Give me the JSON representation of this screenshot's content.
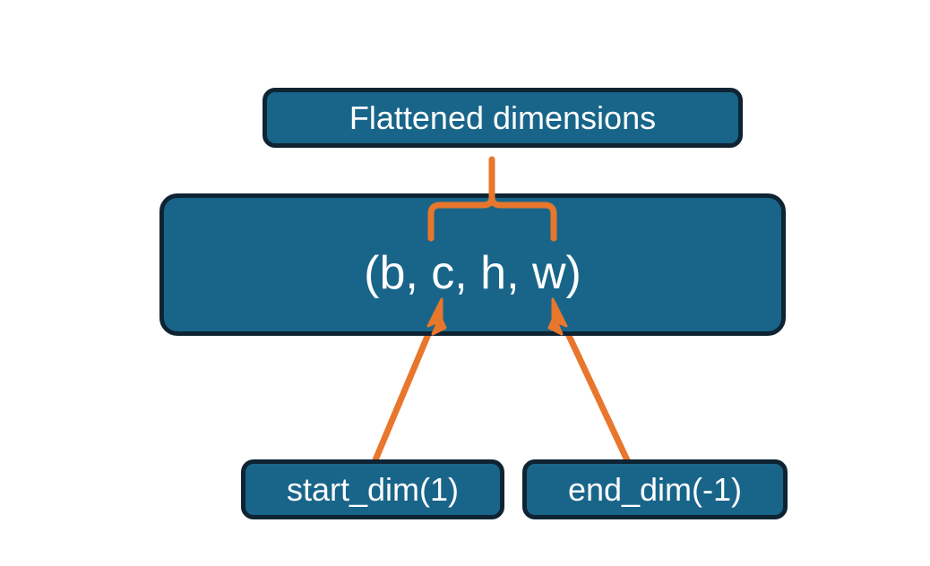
{
  "diagram": {
    "title_text": "Flattened dimensions",
    "shape_text": "(b, c, h, w)",
    "start_dim_text": "start_dim(1)",
    "end_dim_text": "end_dim(-1)",
    "colors": {
      "box_fill": "#19658A",
      "box_border": "#0E2433",
      "connector": "#E8762C",
      "text": "#FFFFFF",
      "background": "#FFFFFF"
    },
    "connectors": {
      "brace_label": "curly-brace-spanning-c-h-w",
      "left_arrow_label": "arrow-start-dim-to-c",
      "right_arrow_label": "arrow-end-dim-to-w"
    }
  }
}
